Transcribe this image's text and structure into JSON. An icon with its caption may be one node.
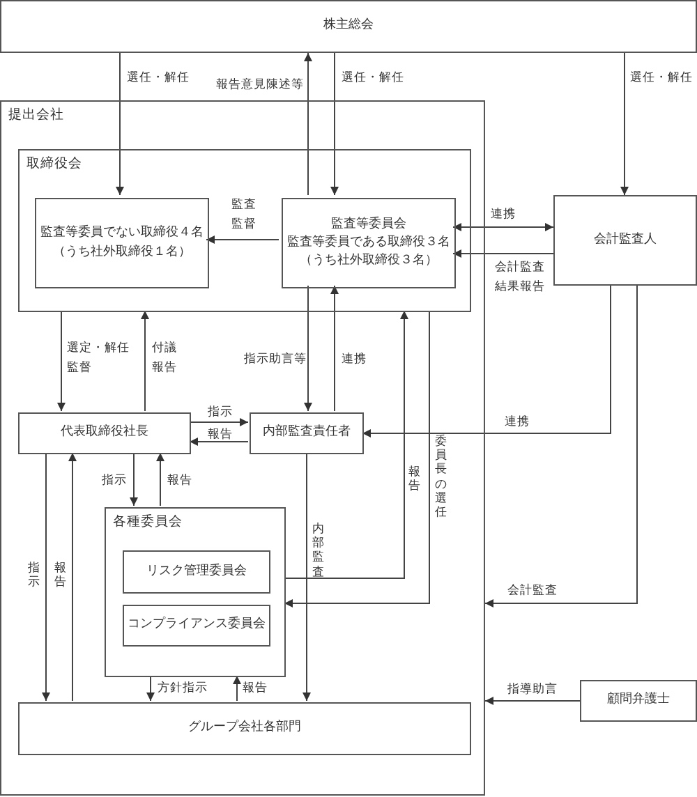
{
  "diagram": {
    "nodes": [
      {
        "text": [
          "株主総会"
        ]
      },
      {
        "text": [
          "提出会社"
        ]
      },
      {
        "text": [
          "取締役会"
        ],
        "in": 1
      },
      {
        "text": [
          "監査等委員でない取締役４名（うち社外取締役１名）"
        ],
        "in": 2
      },
      {
        "text": [
          "監査等委員会",
          "監査等委員である取締役３名（うち社外取締役３名）"
        ],
        "in": 2
      },
      {
        "text": [
          "会計監査人"
        ]
      },
      {
        "text": [
          "代表取締役社長"
        ],
        "in": 1
      },
      {
        "text": [
          "内部監査責任者"
        ],
        "in": 1
      },
      {
        "text": [
          "各種委員会"
        ],
        "in": 1
      },
      {
        "text": [
          "リスク管理委員会"
        ],
        "in": 8
      },
      {
        "text": [
          "コンプライアンス委員会"
        ],
        "in": 8
      },
      {
        "text": [
          "グループ会社各部門"
        ],
        "in": 1
      },
      {
        "text": [
          "顧問弁護士"
        ]
      }
    ],
    "edges": [
      {
        "from": 0,
        "to": 3,
        "arrow": "to",
        "label": "選任・解任"
      },
      {
        "from": 4,
        "to": 0,
        "arrow": "to",
        "label": "報告意見陳述等"
      },
      {
        "from": 0,
        "to": 4,
        "arrow": "to",
        "label": "選任・解任"
      },
      {
        "from": 0,
        "to": 5,
        "arrow": "to",
        "label": "選任・解任"
      },
      {
        "from": 4,
        "to": 3,
        "arrow": "to",
        "label": "監査監督"
      },
      {
        "from": 4,
        "to": 5,
        "arrow": "both",
        "label": "連携"
      },
      {
        "from": 5,
        "to": 4,
        "arrow": "to",
        "label": "会計監査結果報告"
      },
      {
        "from": 2,
        "to": 6,
        "arrow": "to",
        "label": "選定・解任監督"
      },
      {
        "from": 6,
        "to": 2,
        "arrow": "to",
        "label": "付議報告"
      },
      {
        "from": 4,
        "to": 7,
        "arrow": "to",
        "label": "指示助言等"
      },
      {
        "from": 7,
        "to": 4,
        "arrow": "to",
        "label": "連携"
      },
      {
        "from": 6,
        "to": 7,
        "arrow": "to",
        "label": "指示"
      },
      {
        "from": 7,
        "to": 6,
        "arrow": "to",
        "label": "報告"
      },
      {
        "from": 5,
        "to": 7,
        "arrow": "to",
        "label": "連携"
      },
      {
        "from": 7,
        "to": 11,
        "arrow": "to",
        "label": "内部監査"
      },
      {
        "from": 8,
        "to": 2,
        "arrow": "to",
        "label": "報告"
      },
      {
        "from": 2,
        "to": 8,
        "arrow": "to",
        "label": "委員長の選任"
      },
      {
        "from": 5,
        "to": 1,
        "arrow": "to",
        "label": "会計監査"
      },
      {
        "from": 12,
        "to": 1,
        "arrow": "to",
        "label": "指導助言"
      },
      {
        "from": 6,
        "to": 8,
        "arrow": "to",
        "label": "指示"
      },
      {
        "from": 8,
        "to": 6,
        "arrow": "to",
        "label": "報告"
      },
      {
        "from": 6,
        "to": 11,
        "arrow": "to",
        "label": "指示"
      },
      {
        "from": 11,
        "to": 6,
        "arrow": "to",
        "label": "報告"
      },
      {
        "from": 8,
        "to": 11,
        "arrow": "to",
        "label": "方針指示"
      },
      {
        "from": 11,
        "to": 8,
        "arrow": "to",
        "label": "報告"
      }
    ]
  }
}
